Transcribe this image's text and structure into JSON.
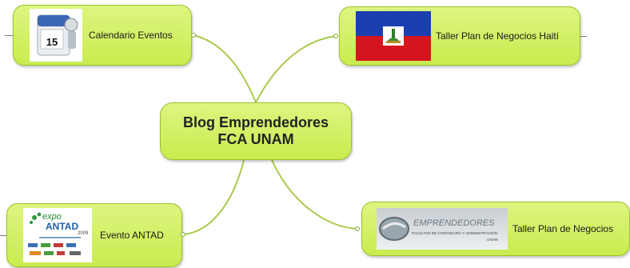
{
  "central": {
    "line1": "Blog Emprendedores",
    "line2": "FCA UNAM"
  },
  "topics": {
    "calendario": {
      "label": "Calendario Eventos",
      "icon": "calendar-icon",
      "calendar_day": "15"
    },
    "haiti": {
      "label": "Taller Plan de Negocios Haití",
      "icon": "haiti-flag"
    },
    "antad": {
      "label": "Evento ANTAD",
      "logo_word1": "expo",
      "logo_word2": "ANTAD",
      "logo_year": "2009"
    },
    "taller": {
      "label": "Taller Plan de Negocios",
      "banner_title": "EMPRENDEDORES",
      "banner_sub": "FACULTAD DE CONTADURÍA Y ADMINISTRACIÓN",
      "banner_unam": "UNAM"
    }
  },
  "colors": {
    "node_fill": "#c9ec4f",
    "node_border": "#9cc22a",
    "connector": "#a9c94a",
    "flag_blue": "#1b3fb0",
    "flag_red": "#d5151d"
  }
}
